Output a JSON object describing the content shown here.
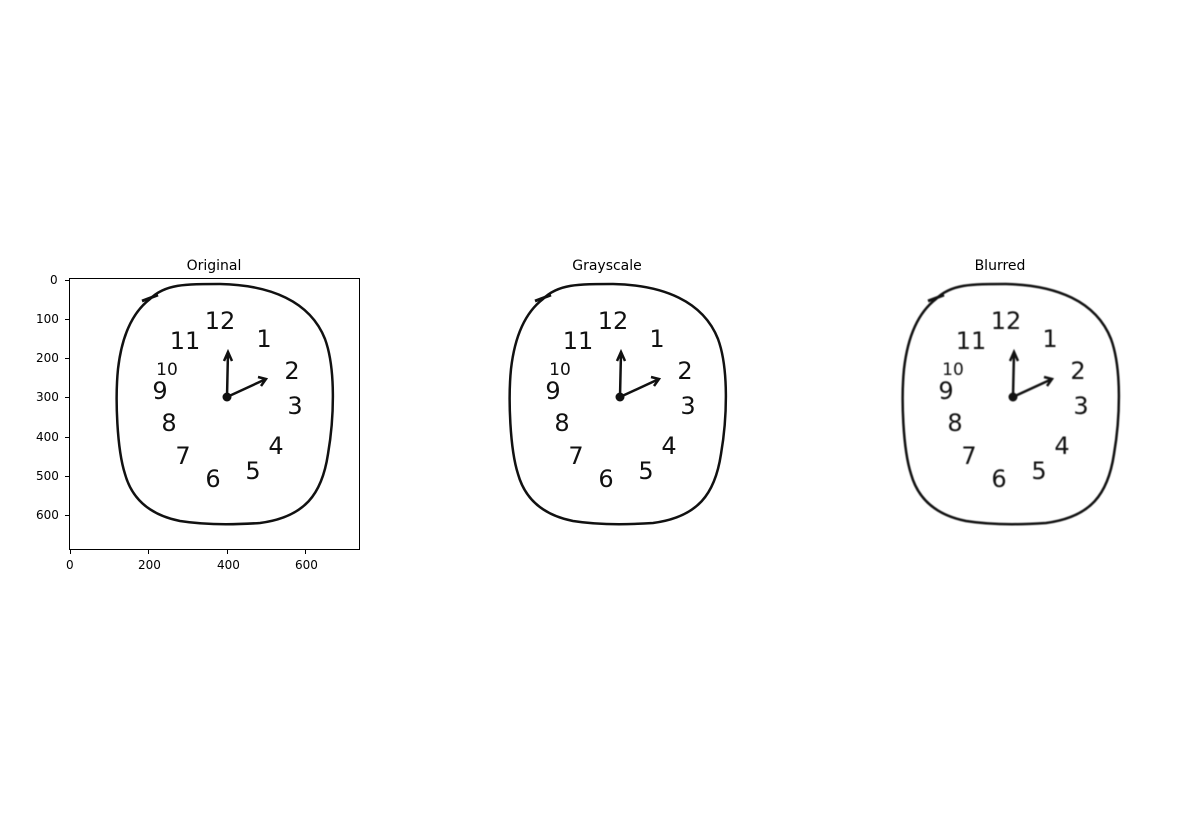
{
  "panels": [
    {
      "title": "Original"
    },
    {
      "title": "Grayscale"
    },
    {
      "title": "Blurred"
    }
  ],
  "axes": {
    "y_ticks": [
      "0",
      "100",
      "200",
      "300",
      "400",
      "500",
      "600"
    ],
    "x_ticks": [
      "0",
      "200",
      "400",
      "600"
    ]
  },
  "clock_numerals": [
    "12",
    "1",
    "2",
    "3",
    "4",
    "5",
    "6",
    "7",
    "8",
    "9",
    "10",
    "11"
  ]
}
